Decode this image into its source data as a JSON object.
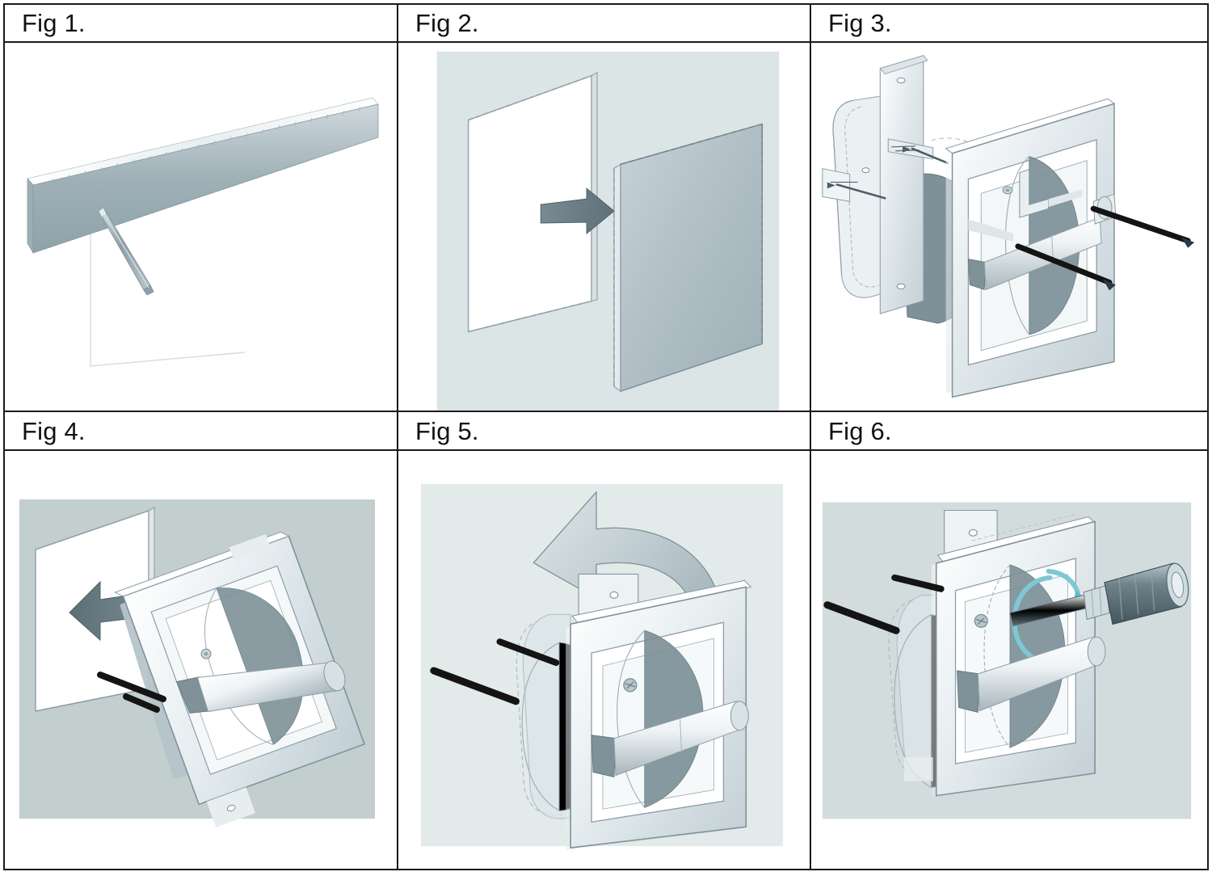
{
  "document": {
    "type": "installation-instruction-figure-sheet",
    "product": "recessed toilet paper holder",
    "grid": {
      "columns": 3,
      "rows": 2
    }
  },
  "figures": [
    {
      "id": "fig1",
      "label": "Fig 1.",
      "panel_background": "#ffffff",
      "description": "Straightedge ruler laid against wall with a marking pencil tracing a line",
      "elements": [
        "straightedge",
        "pencil",
        "marked-line"
      ]
    },
    {
      "id": "fig2",
      "label": "Fig 2.",
      "panel_background": "#dce5e5",
      "description": "Drywall cut-out panel being removed, arrow pointing right from white opening to gray removed panel",
      "elements": [
        "wall-opening",
        "arrow-right",
        "cut-panel"
      ]
    },
    {
      "id": "fig3",
      "label": "Fig 3.",
      "panel_background": "#ffffff",
      "description": "Exploded view of recessed paper holder housing with mounting brackets, wall clips and two long black bolts",
      "elements": [
        "housing",
        "face-plate",
        "roller",
        "mounting-bracket",
        "bolt",
        "bolt"
      ]
    },
    {
      "id": "fig4",
      "label": "Fig 4.",
      "panel_background": "#c3cece",
      "description": "Assembly tilted on an angle being pushed into the wall opening, arrow pointing left",
      "elements": [
        "wall-opening",
        "arrow-left",
        "tilted-assembly",
        "bolt",
        "bolt"
      ]
    },
    {
      "id": "fig5",
      "label": "Fig 5.",
      "panel_background": "#e2eaea",
      "description": "Assembly rotated upright inside the opening, large curved rotation arrow above pointing counter-clockwise",
      "elements": [
        "curved-rotation-arrow",
        "assembly",
        "bolt",
        "bolt"
      ]
    },
    {
      "id": "fig6",
      "label": "Fig 6.",
      "panel_background": "#d3dcdc",
      "description": "Screwdriver tightening the center screw, cyan circular arrow indicates turn direction",
      "elements": [
        "assembly",
        "screwdriver",
        "rotation-arrow-cyan",
        "bolt",
        "bolt"
      ]
    }
  ],
  "colors": {
    "border": "#1a1a1a",
    "text": "#111111",
    "metal_light": "#f2f5f6",
    "metal_mid": "#b9c6cb",
    "metal_dark": "#7f9199",
    "metal_shadow": "#5e7077",
    "arrow_gray": "#6d7f86",
    "arrow_gray_light": "#b5c2c6",
    "bolt_black": "#111111",
    "accent_cyan": "#7ec8d4",
    "panel_fig2": "#dce5e5",
    "panel_fig4": "#c3cece",
    "panel_fig5": "#e2eaea",
    "panel_fig6": "#d3dcdc"
  }
}
